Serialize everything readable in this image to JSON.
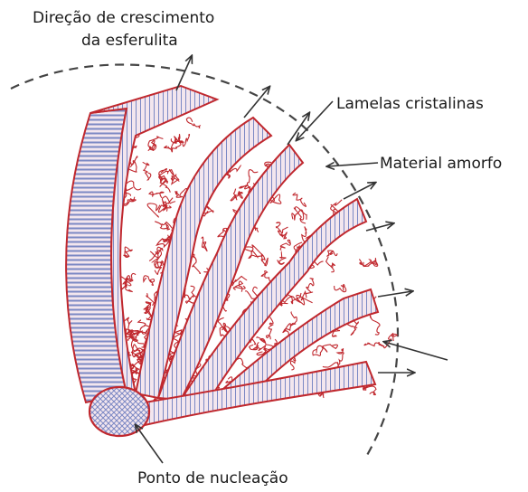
{
  "labels": {
    "growth_direction_line1": "Direção de crescimento",
    "growth_direction_line2": "da esferulita",
    "crystalline_lamellae": "Lamelas cristalinas",
    "amorphous_material": "Material amorfo",
    "nucleation_point": "Ponto de nucleação"
  },
  "colors": {
    "lamella_outline": "#c0282e",
    "lamella_stripes": "#7b88c4",
    "lamella_fill": "#f3e6ee",
    "amorphous_chains": "#c0282e",
    "boundary": "#444444",
    "arrows": "#333333",
    "text": "#1a1a1a"
  }
}
